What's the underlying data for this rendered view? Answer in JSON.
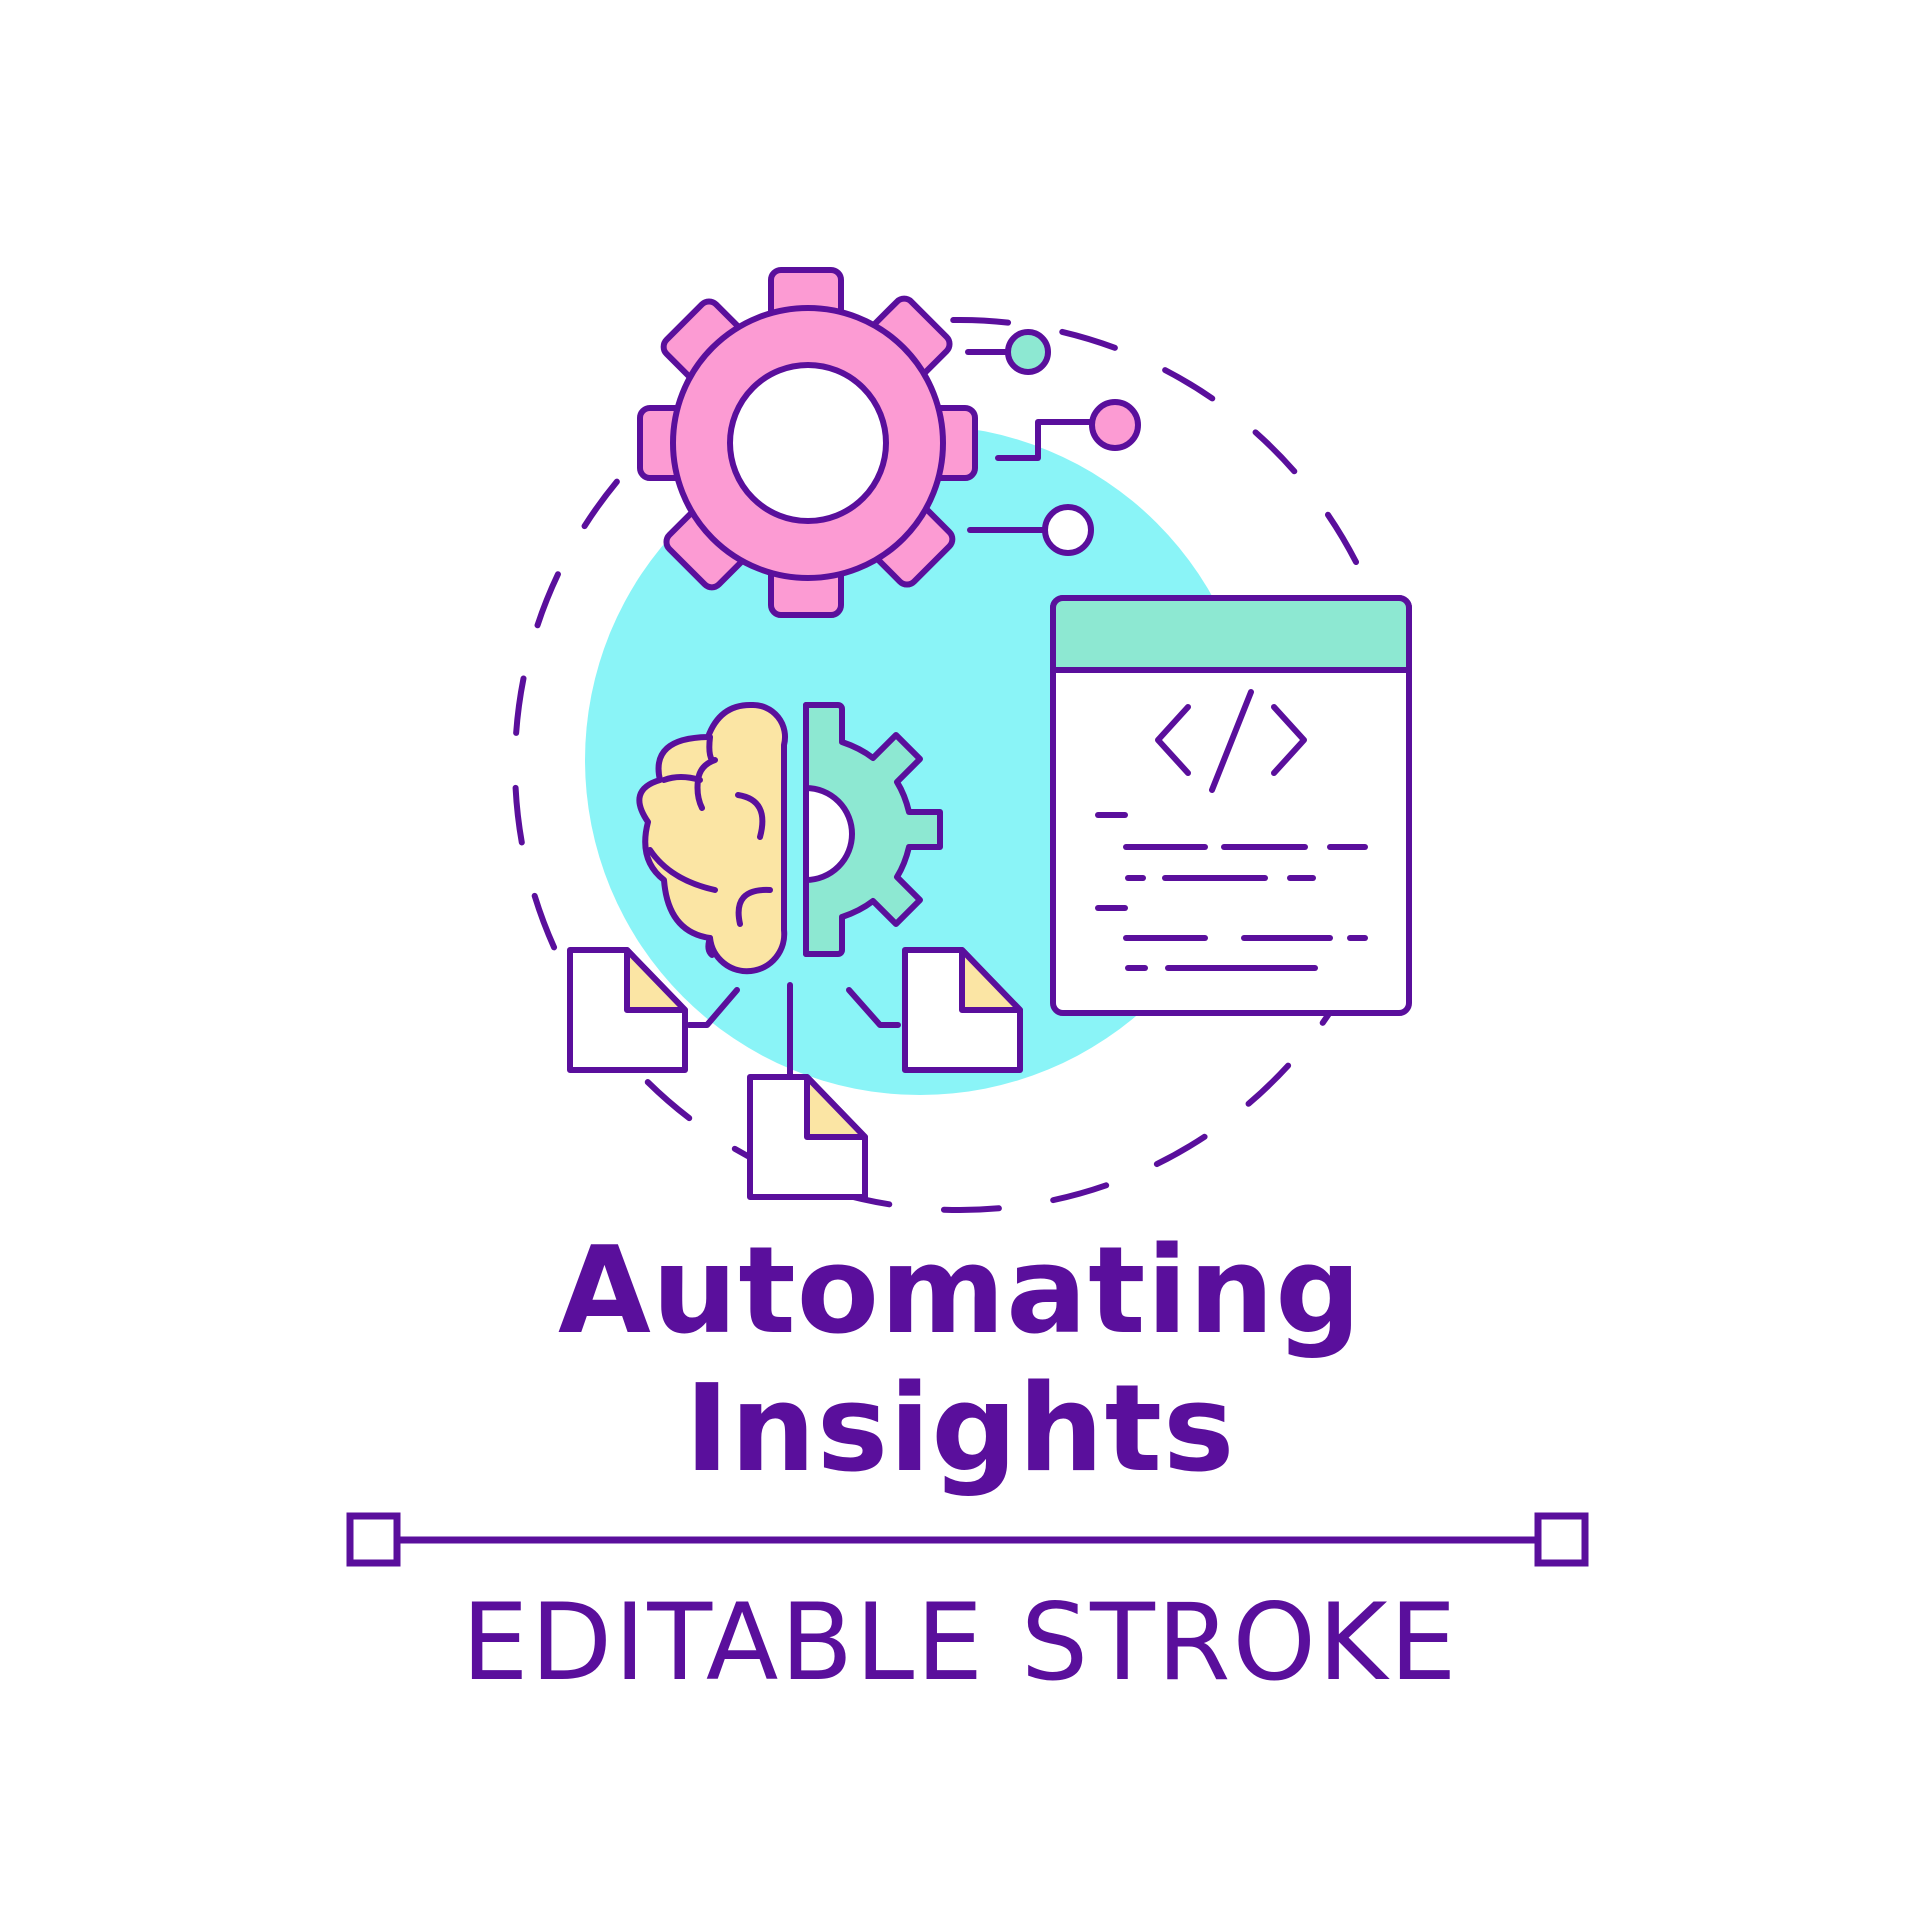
{
  "title": {
    "line1": "Automating",
    "line2": "Insights"
  },
  "caption": "EDITABLE STROKE",
  "colors": {
    "stroke": "#5a0f9c",
    "pink": "#fc9bd3",
    "mint": "#8de8d2",
    "cyan": "#8af4f7",
    "yellow": "#fbe5a4",
    "background": "#ffffff"
  },
  "icons": [
    "gear-icon",
    "brain-gear-icon",
    "code-window-icon",
    "document-icon",
    "connector-node-icon"
  ]
}
